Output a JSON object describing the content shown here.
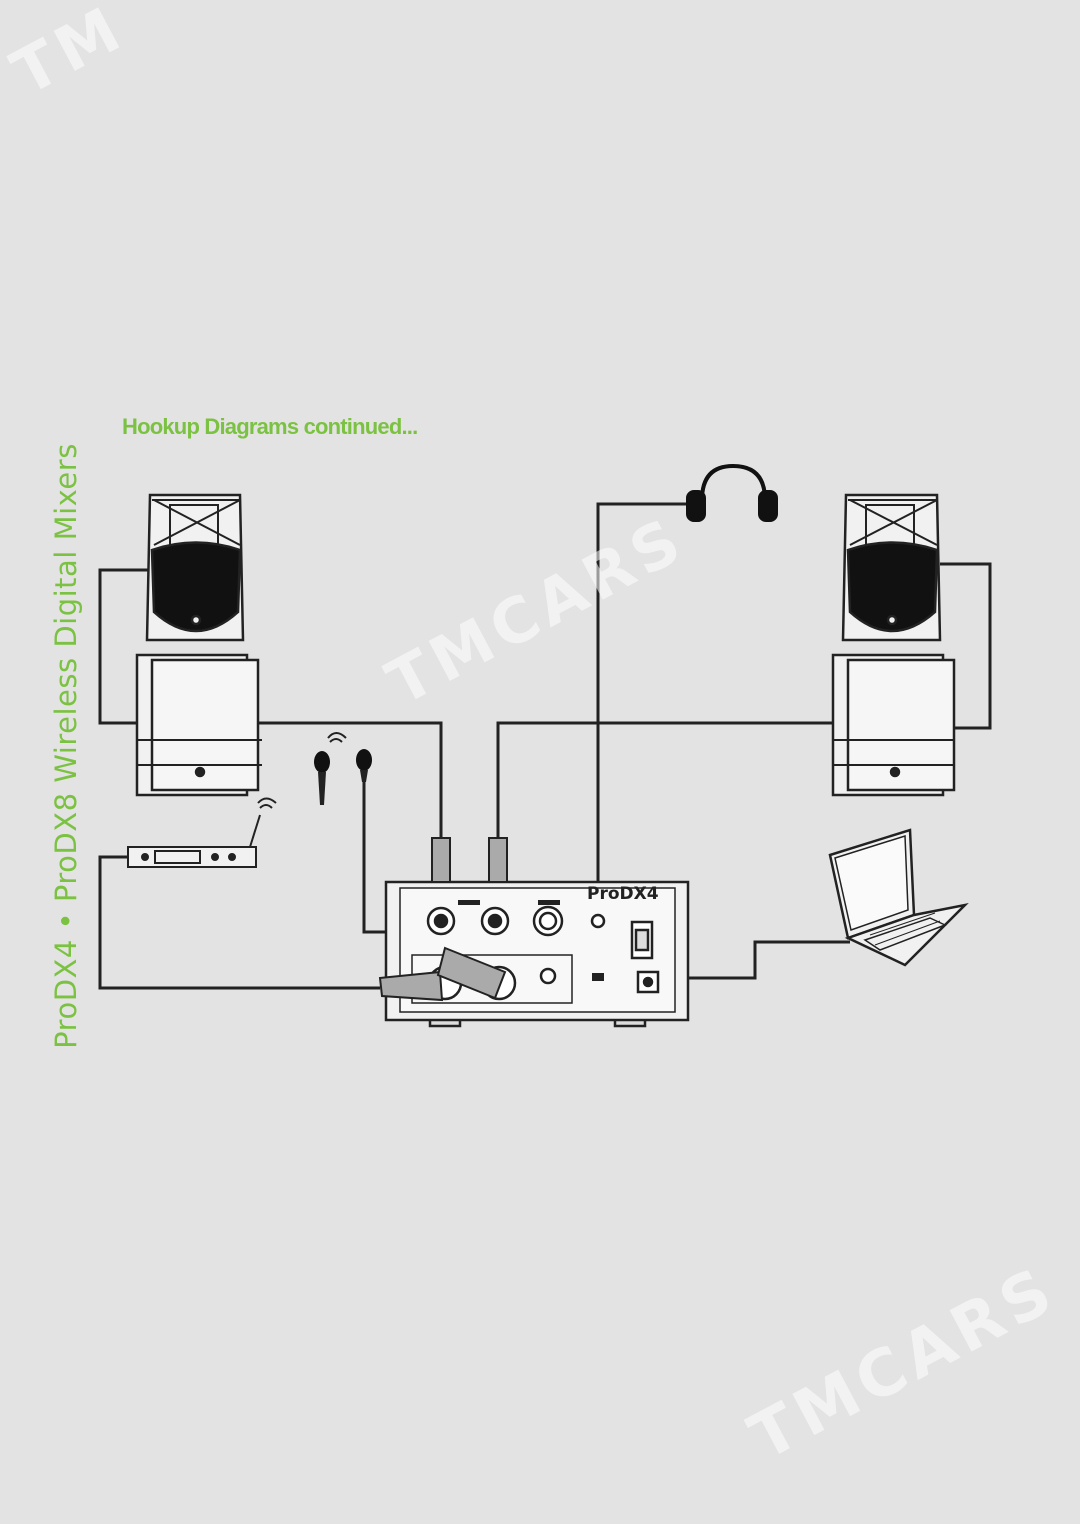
{
  "side_title": "ProDX4 • ProDX8 Wireless Digital Mixers",
  "heading": "Hookup Diagrams continued...",
  "mixer_label": "ProDX4",
  "watermarks": [
    "TMCARS",
    "TMCARS",
    "TM"
  ],
  "colors": {
    "accent_green": "#7cc242",
    "background": "#e3e3e3",
    "line": "#222222"
  },
  "icons": [
    "speaker-icon",
    "headphones-icon",
    "microphone-icon",
    "wireless-receiver-icon",
    "laptop-icon",
    "mixer-icon"
  ]
}
